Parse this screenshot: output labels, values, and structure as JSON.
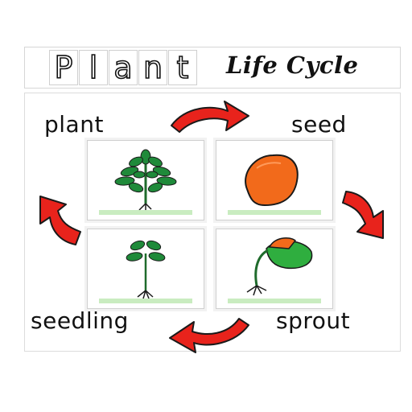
{
  "title": {
    "letters": [
      "P",
      "l",
      "a",
      "n",
      "t"
    ],
    "subtitle": "Life Cycle"
  },
  "stages": {
    "plant": "plant",
    "seed": "seed",
    "sprout": "sprout",
    "seedling": "seedling"
  },
  "colors": {
    "arrow": "#e8231c",
    "leaf": "#1f8a3a",
    "seed": "#f26a1b",
    "ground": "#c9ecc0"
  },
  "icons": {
    "plant": "mature-plant-drawing",
    "seed": "seed-drawing",
    "seedling": "seedling-drawing",
    "sprout": "sprout-drawing",
    "cycle_arrows": "curved-arrow"
  }
}
